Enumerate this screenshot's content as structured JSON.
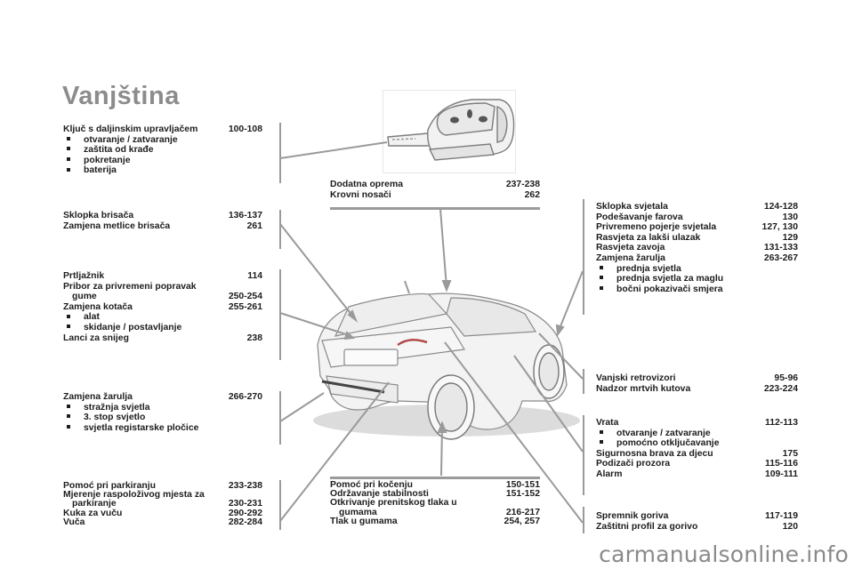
{
  "page": {
    "title": "Vanjština",
    "watermark": "carmanualsonline.info"
  },
  "left_column": {
    "keys": {
      "heading": {
        "label": "Ključ s daljinskim upravljačem",
        "pages": "100-108"
      },
      "bullets": [
        "otvaranje / zatvaranje",
        "zaštita od krađe",
        "pokretanje",
        "baterija"
      ]
    },
    "wipers": {
      "rows": [
        {
          "label": "Sklopka brisača",
          "pages": "136-137"
        },
        {
          "label": "Zamjena metlice brisača",
          "pages": "261"
        }
      ]
    },
    "towing": {
      "rows": [
        {
          "label": "Prtljažnik",
          "pages": "114"
        }
      ],
      "kit_label": "Pribor za privremeni popravak",
      "kit_label_cont": "gume",
      "kit_pages": "250-254",
      "wheel": {
        "label": "Zamjena kotača",
        "pages": "255-261"
      },
      "wheel_bullets": [
        "alat",
        "skidanje / postavljanje"
      ],
      "chains": {
        "label": "Lanci za snijeg",
        "pages": "238"
      }
    },
    "bulbs": {
      "heading": {
        "label": "Zamjena žarulja",
        "pages": "266-270"
      },
      "bullets": [
        "stražnja svjetla",
        "3. stop svjetlo",
        "svjetla registarske pločice"
      ]
    },
    "parking": {
      "row1": {
        "label": "Pomoć pri parkiranju",
        "pages": "233-238"
      },
      "row2_label": "Mjerenje raspoloživog mjesta za",
      "row2_cont": "parkiranje",
      "row2_pages": "230-231",
      "row3": {
        "label": "Kuka za vuču",
        "pages": "290-292"
      },
      "row4": {
        "label": "Vuča",
        "pages": "282-284"
      }
    }
  },
  "middle_column": {
    "top": {
      "rows": [
        {
          "label": "Dodatna oprema",
          "pages": "237-238"
        },
        {
          "label": "Krovni nosači",
          "pages": "262"
        }
      ]
    },
    "bottom": {
      "row1": {
        "label": "Pomoć pri kočenju",
        "pages": "150-151"
      },
      "row2": {
        "label": "Održavanje stabilnosti",
        "pages": "151-152"
      },
      "row3_label": "Otkrivanje prenitskog tlaka u",
      "row3_cont": "gumama",
      "row3_pages": "216-217",
      "row4": {
        "label": "Tlak u gumama",
        "pages": "254, 257"
      }
    }
  },
  "right_column": {
    "lights": {
      "rows": [
        {
          "label": "Sklopka svjetala",
          "pages": "124-128"
        },
        {
          "label": "Podešavanje farova",
          "pages": "130"
        },
        {
          "label": "Privremeno pojerje svjetala",
          "pages": "127, 130"
        },
        {
          "label": "Rasvjeta za lakši ulazak",
          "pages": "129"
        },
        {
          "label": "Rasvjeta zavoja",
          "pages": "131-133"
        },
        {
          "label": "Zamjena žarulja",
          "pages": "263-267"
        }
      ],
      "bullets": [
        "prednja svjetla",
        "prednja svjetla za maglu",
        "bočni pokazivači smjera"
      ]
    },
    "mirrors": {
      "rows": [
        {
          "label": "Vanjski retrovizori",
          "pages": "95-96"
        },
        {
          "label": "Nadzor mrtvih kutova",
          "pages": "223-224"
        }
      ]
    },
    "doors": {
      "heading": {
        "label": "Vrata",
        "pages": "112-113"
      },
      "bullets": [
        "otvaranje / zatvaranje",
        "pomoćno otključavanje"
      ],
      "rows": [
        {
          "label": "Sigurnosna brava za djecu",
          "pages": "175"
        },
        {
          "label": "Podizači prozora",
          "pages": "115-116"
        },
        {
          "label": "Alarm",
          "pages": "109-111"
        }
      ]
    },
    "fuel": {
      "rows": [
        {
          "label": "Spremnik goriva",
          "pages": "117-119"
        },
        {
          "label": "Zaštitni profil za gorivo",
          "pages": "120"
        }
      ]
    }
  },
  "illustrations": {
    "key_image": "remote-key-fob",
    "car_image": "rear-three-quarter-car-view"
  },
  "colors": {
    "title": "#8c8c8c",
    "text": "#1d1d1d",
    "leader_lines": "#9a9a9a",
    "background": "#ffffff"
  }
}
